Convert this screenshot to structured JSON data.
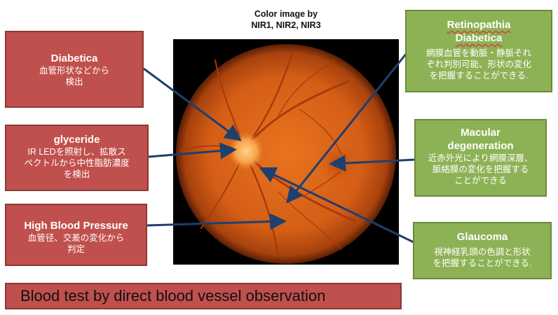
{
  "caption": {
    "line1": "Color image by",
    "line2": "NIR1, NIR2, NIR3"
  },
  "left_boxes": [
    {
      "title": "Diabetica",
      "desc": "血管形状などから\n検出"
    },
    {
      "title": "glyceride",
      "desc": "IR LEDを照射し、拡散ス\nペクトルから中性脂肪濃度\nを検出"
    },
    {
      "title": "High Blood Pressure",
      "desc": "血管径、交差の変化から\n判定"
    }
  ],
  "right_boxes": [
    {
      "title": "Retinopathia\nDiabetica",
      "desc": "網膜血管を動脈・静脈それ\nぞれ判別可能、形状の変化\nを把握することができる."
    },
    {
      "title": "Macular\ndegeneration",
      "desc": "近赤外光により網膜深層、\n脈絡膜の変化を把握する\nことができる"
    },
    {
      "title": "Glaucoma",
      "desc": "視神経乳頭の色調と形状\nを把握することができる."
    }
  ],
  "footer": "Blood test by direct blood vessel observation",
  "colors": {
    "red_box": "#c0504d",
    "green_box": "#8db255",
    "arrow": "#1f3f6e",
    "fundus": "#d9621a"
  }
}
